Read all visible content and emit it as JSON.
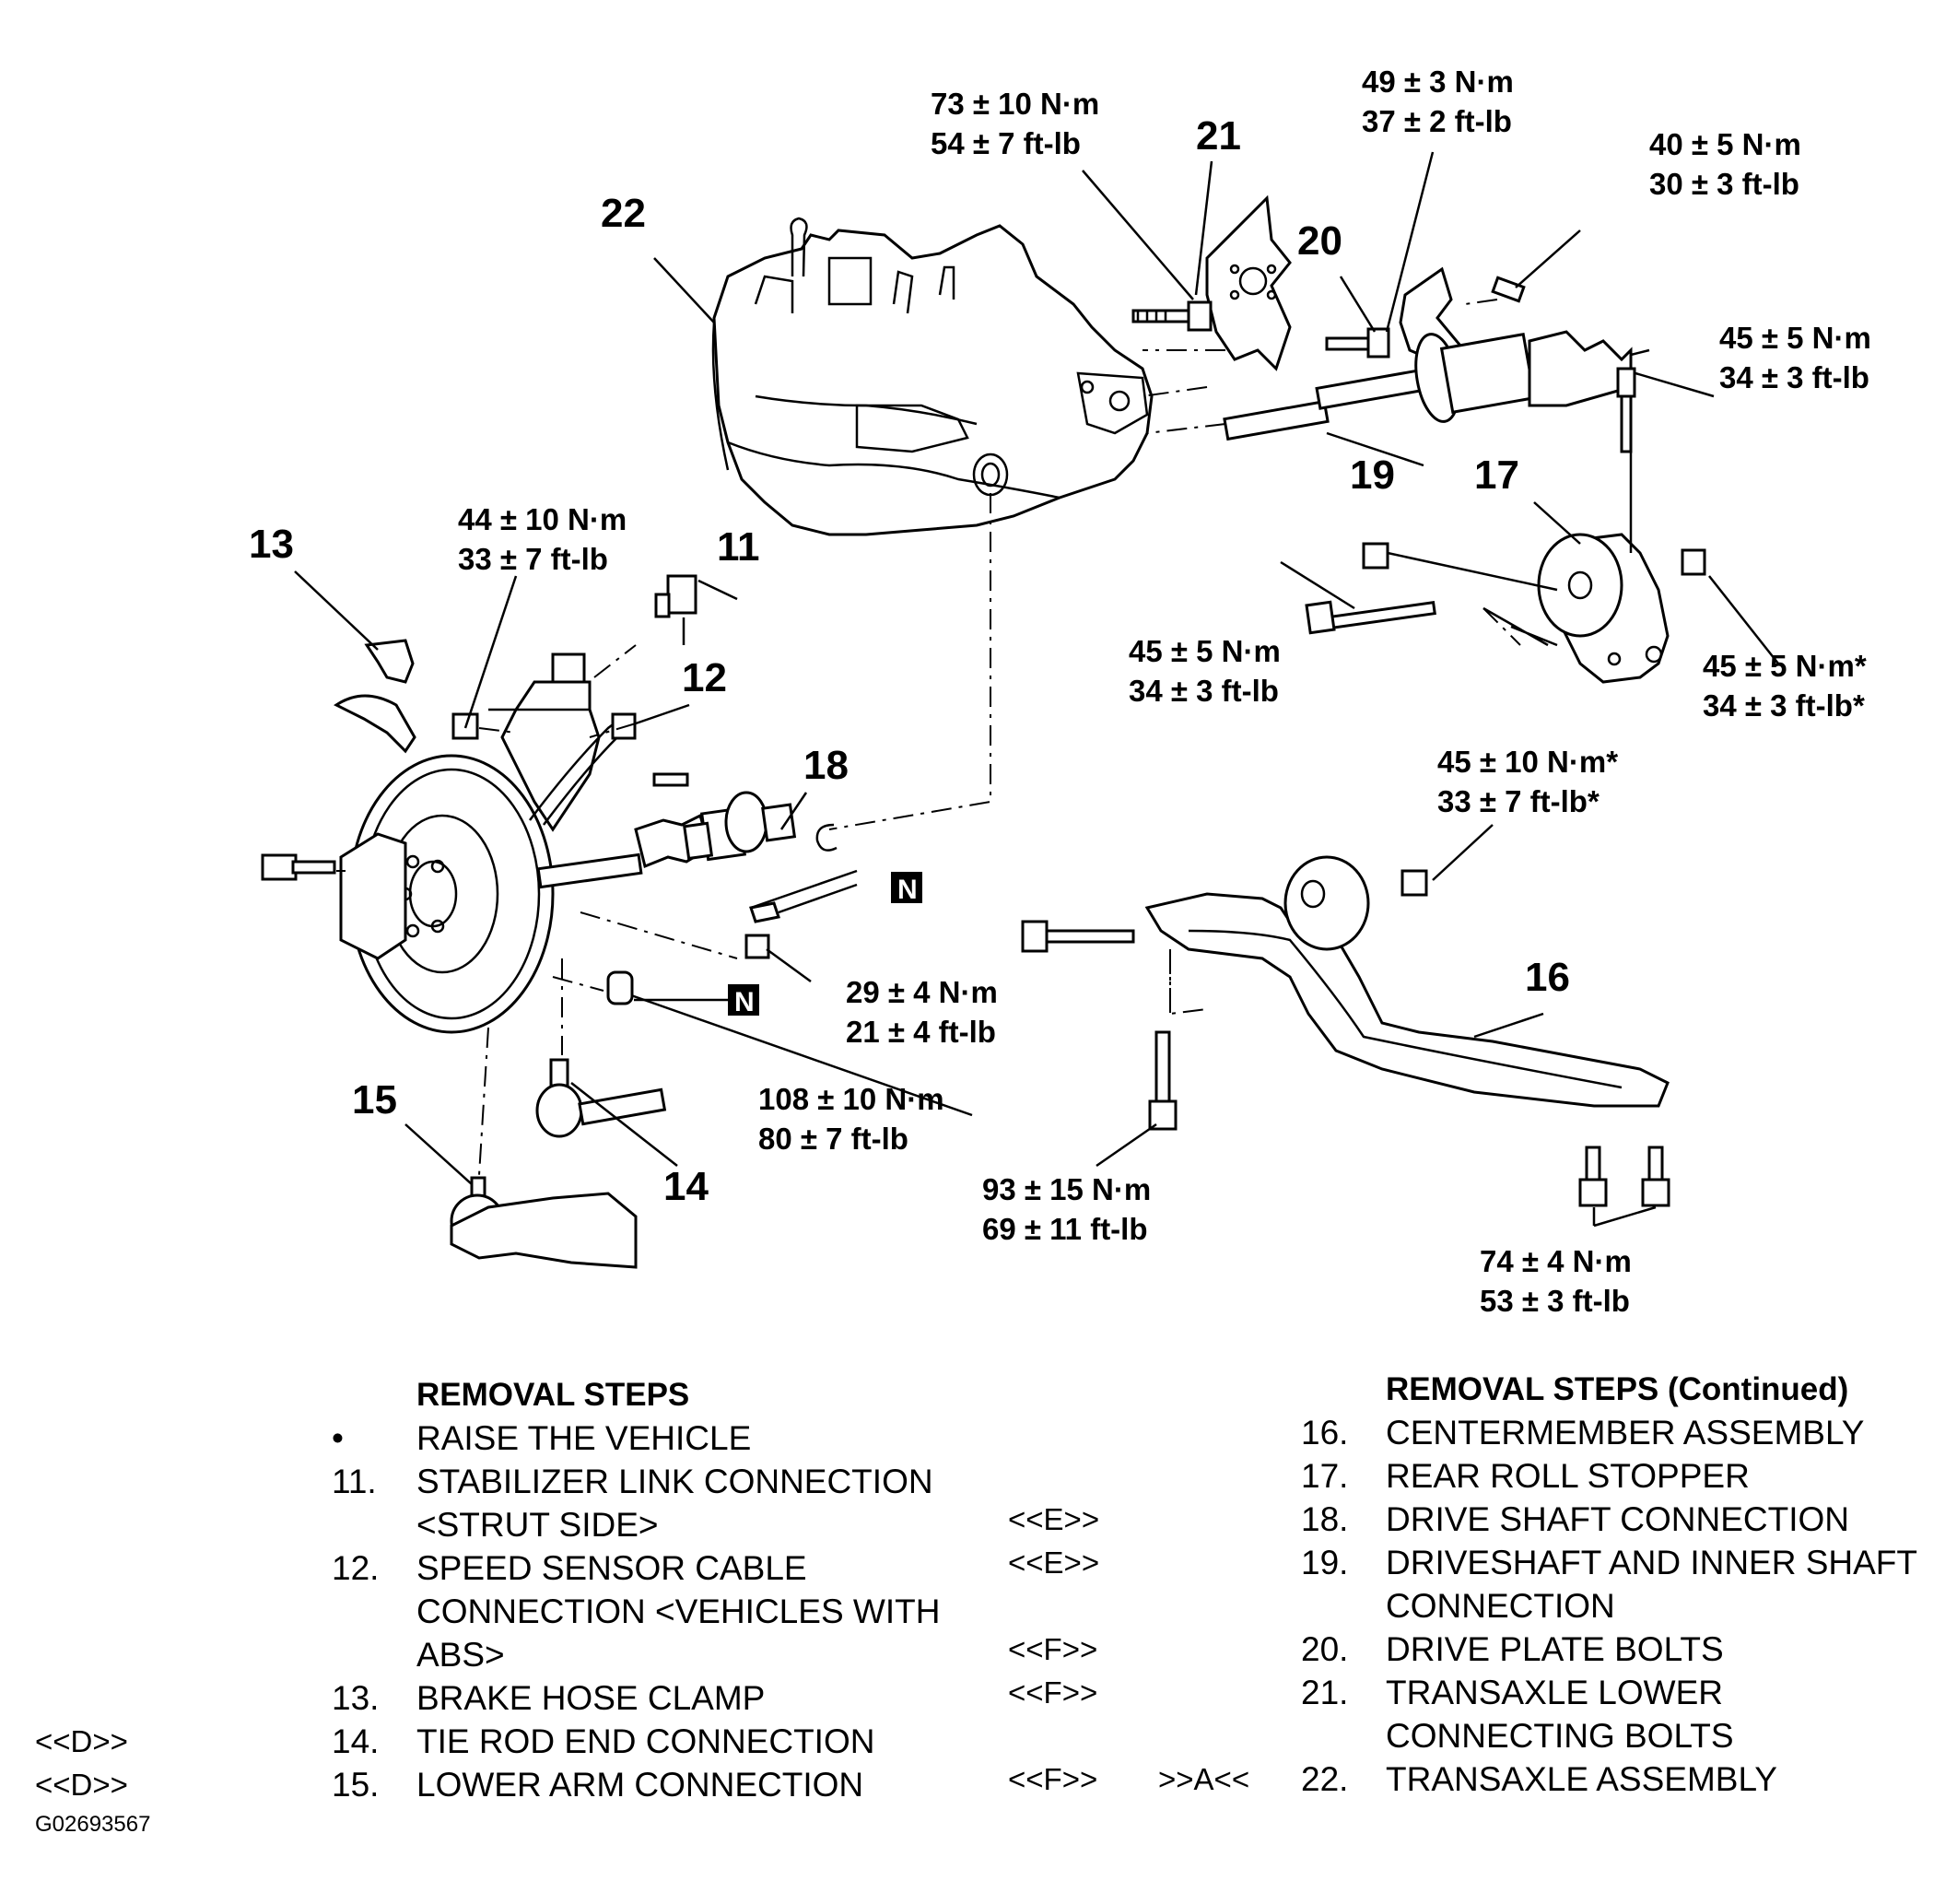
{
  "callouts": {
    "n11": "11",
    "n12": "12",
    "n13": "13",
    "n14": "14",
    "n15": "15",
    "n16": "16",
    "n17": "17",
    "n18": "18",
    "n19": "19",
    "n20": "20",
    "n21": "21",
    "n22": "22"
  },
  "torques": {
    "t21": [
      "73 ± 10 N·m",
      "54 ± 7 ft-lb"
    ],
    "t20": [
      "49 ± 3 N·m",
      "37 ± 2 ft-lb"
    ],
    "tbracket": [
      "40 ± 5 N·m",
      "30 ± 3 ft-lb"
    ],
    "tstopper_top": [
      "45 ± 5 N·m",
      "34 ± 3 ft-lb"
    ],
    "tstopper_left": [
      "45 ± 5 N·m",
      "34 ± 3 ft-lb"
    ],
    "tstopper_right": [
      "45 ± 5 N·m*",
      "34 ± 3 ft-lb*"
    ],
    "tcenter_nut": [
      "45 ± 10 N·m*",
      "33 ± 7 ft-lb*"
    ],
    "tstrut": [
      "44 ± 10 N·m",
      "33 ± 7 ft-lb"
    ],
    "thub": [
      "29 ± 4 N·m",
      "21 ± 4 ft-lb"
    ],
    "tballjoint": [
      "108 ± 10 N·m",
      "80 ± 7 ft-lb"
    ],
    "tcenter_bolt": [
      "93 ± 15 N·m",
      "69 ± 11 ft-lb"
    ],
    "tcenter_rear": [
      "74 ± 4 N·m",
      "53 ± 3 ft-lb"
    ]
  },
  "nbox": "N",
  "removal_left": {
    "heading": "REMOVAL STEPS",
    "items": [
      {
        "num": "•",
        "lines": [
          "RAISE THE VEHICLE"
        ],
        "code": "",
        "code2": ""
      },
      {
        "num": "11.",
        "lines": [
          "STABILIZER LINK CONNECTION",
          "<STRUT SIDE>"
        ],
        "code": "",
        "code2": ""
      },
      {
        "num": "12.",
        "lines": [
          "SPEED SENSOR CABLE",
          "CONNECTION <VEHICLES WITH",
          "ABS>"
        ],
        "code": "",
        "code2": ""
      },
      {
        "num": "13.",
        "lines": [
          "BRAKE HOSE CLAMP"
        ],
        "code": "",
        "code2": ""
      },
      {
        "num": "14.",
        "lines": [
          "TIE ROD END CONNECTION"
        ],
        "code": "<<D>>",
        "code2": ""
      },
      {
        "num": "15.",
        "lines": [
          "LOWER ARM CONNECTION"
        ],
        "code": "<<D>>",
        "code2": ""
      }
    ]
  },
  "removal_right": {
    "heading": "REMOVAL STEPS (Continued)",
    "items": [
      {
        "num": "16.",
        "lines": [
          "CENTERMEMBER ASSEMBLY"
        ],
        "code": "",
        "code2": ""
      },
      {
        "num": "17.",
        "lines": [
          "REAR ROLL STOPPER"
        ],
        "code": "",
        "code2": ""
      },
      {
        "num": "18.",
        "lines": [
          "DRIVE SHAFT CONNECTION"
        ],
        "code": "<<E>>",
        "code2": ""
      },
      {
        "num": "19.",
        "lines": [
          "DRIVESHAFT AND INNER SHAFT",
          "CONNECTION"
        ],
        "code": "<<E>>",
        "code2": ""
      },
      {
        "num": "20.",
        "lines": [
          "DRIVE PLATE BOLTS"
        ],
        "code": "<<F>>",
        "code2": ""
      },
      {
        "num": "21.",
        "lines": [
          "TRANSAXLE LOWER",
          "CONNECTING BOLTS"
        ],
        "code": "<<F>>",
        "code2": ""
      },
      {
        "num": "22.",
        "lines": [
          "TRANSAXLE ASSEMBLY"
        ],
        "code": "<<F>>",
        "code2": ">>A<<"
      }
    ]
  },
  "figure_id": "G02693567"
}
